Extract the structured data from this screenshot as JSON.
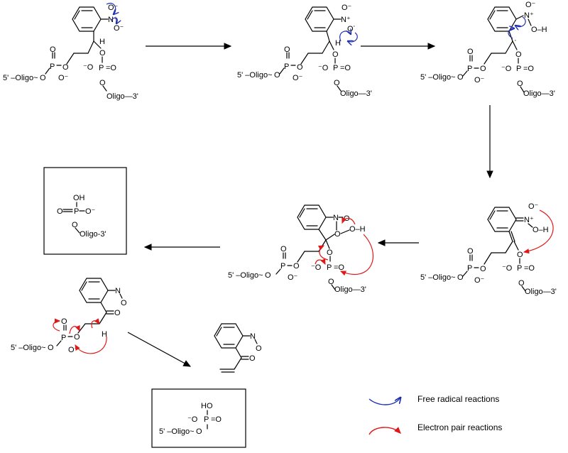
{
  "labels": {
    "five_prime": "5' –Oligo",
    "oligo_three": "Oligo—3'",
    "oligo_three_box": "Oligo-3'",
    "phosphorus": "P",
    "oxygen": "O",
    "oxygen_minus": "O⁻",
    "minus_oxygen": "⁻O",
    "hydrogen": "H",
    "nitrogen": "N",
    "nitro_plus": "N⁺",
    "hydroxyl": "OH",
    "oh_tail": "O–H",
    "ho": "HO",
    "wavy": "~",
    "minus": "⁻",
    "equals_o": "=O",
    "radical_dot": "·"
  },
  "legend": {
    "free_radical": "Free radical reactions",
    "electron_pair": "Electron pair reactions"
  },
  "colors": {
    "ink": "#000000",
    "radical_arrow": "#1f2fb3",
    "pair_arrow": "#e01818",
    "box_border": "#000000"
  }
}
